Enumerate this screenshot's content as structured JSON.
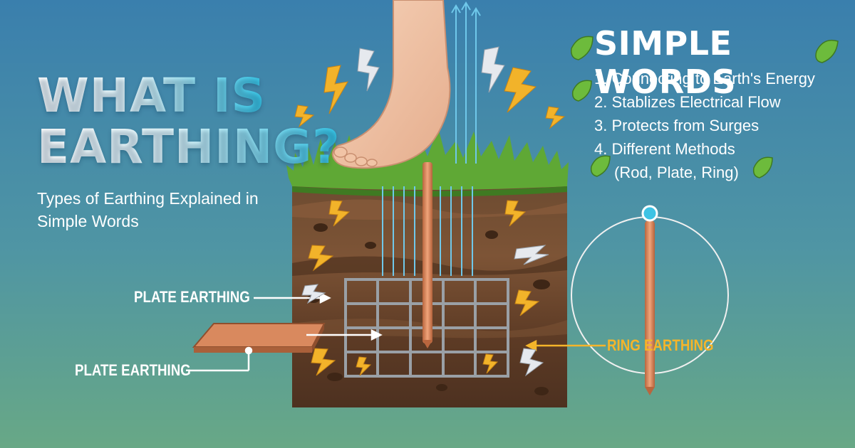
{
  "heading": {
    "line1": "WHAT IS",
    "line2": "EARTHING?"
  },
  "subtitle": "Types of Earthing Explained in Simple Words",
  "simple_words": {
    "title": "SIMPLE WORDS",
    "items": [
      "1. Connecting to Earth's Energy",
      "2. Stablizes Electrical Flow",
      "3. Protects from Surges",
      "4. Different Methods",
      "(Rod, Plate, Ring)"
    ]
  },
  "diagram": {
    "label_plate_top": "PLATE EARTHING",
    "label_plate_bottom": "PLATE EARTHING",
    "label_ring": "RING EARTHING"
  },
  "colors": {
    "bg_top": "#3a7fad",
    "bg_bottom": "#68a886",
    "accent_cyan": "#34c7e8",
    "bolt_yellow": "#f2b32a",
    "copper": "#d9895e",
    "soil_dark": "#5a3a24",
    "grass": "#5fa835"
  },
  "icons": [
    "foot-icon",
    "lightning-bolt-icon",
    "leaf-icon",
    "copper-rod-icon",
    "copper-plate-icon",
    "ground-grid-icon",
    "ring-electrode-icon"
  ]
}
